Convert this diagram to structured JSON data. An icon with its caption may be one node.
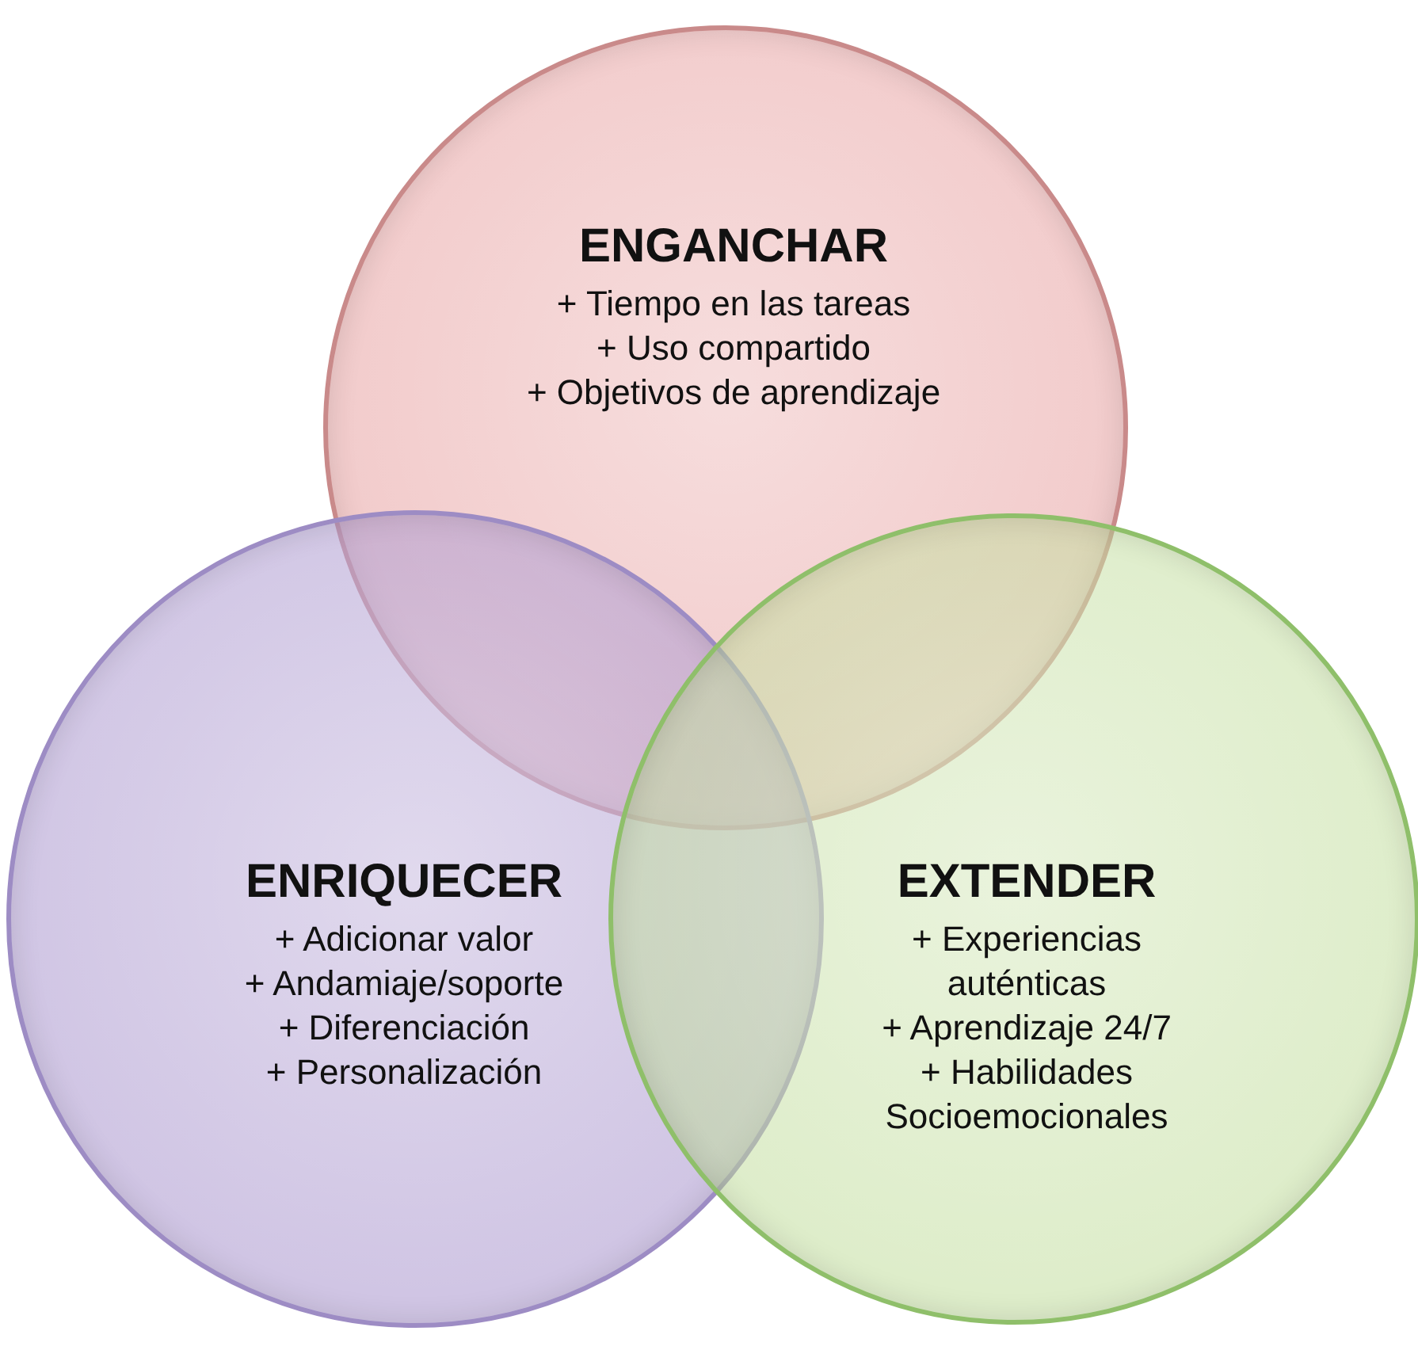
{
  "diagram": {
    "nodes": [
      {
        "text": [
          "ENGANCHAR",
          "+ Tiempo en las tareas",
          "+ Uso compartido",
          "+ Objetivos de aprendizaje"
        ]
      },
      {
        "text": [
          "ENRIQUECER",
          "+ Adicionar valor",
          "+ Andamiaje/soporte",
          "+ Diferenciación",
          "+ Personalización"
        ]
      },
      {
        "text": [
          "EXTENDER",
          "+ Experiencias auténticas",
          "+ Aprendizaje 24/7",
          "+ Habilidades Socioemocionales"
        ]
      }
    ]
  }
}
